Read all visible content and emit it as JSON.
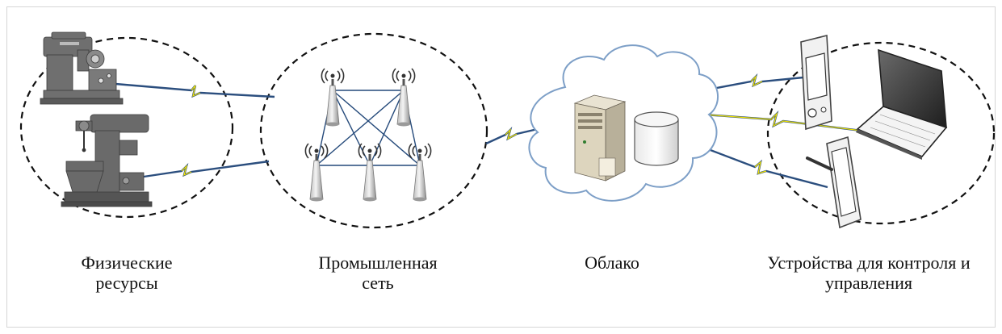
{
  "captions": {
    "physical_resources": [
      "Физические",
      "ресурсы"
    ],
    "industrial_network": [
      "Промышленная",
      "сеть"
    ],
    "cloud": [
      "Облако"
    ],
    "control_devices": [
      "Устройства для контроля и",
      "управления"
    ]
  },
  "icons": {
    "machine_tools": [
      "milling-machine-icon",
      "drilling-machine-icon"
    ],
    "antennas": [
      "antenna-tower-icon"
    ],
    "cloud": [
      "cloud-icon",
      "server-icon",
      "database-icon"
    ],
    "devices": [
      "pda-icon",
      "laptop-icon",
      "tablet-icon"
    ],
    "links": [
      "wireless-link-icon"
    ]
  },
  "colors": {
    "link_line": "#2b4e7e",
    "lightning": "#f2e300",
    "cloud_outline": "#7d9fc7",
    "cloud_fill": "#ffffff",
    "machine": "#6f6f6f",
    "dashed_ellipse": "#111111"
  }
}
